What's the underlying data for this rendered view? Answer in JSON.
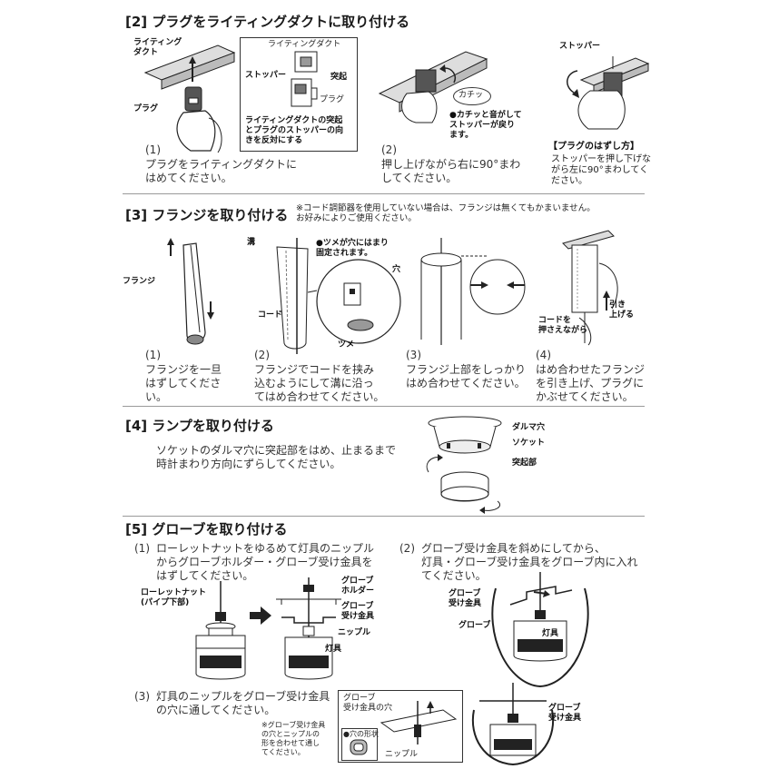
{
  "s2": {
    "title": "[2] プラグをライティングダクトに取り付ける",
    "fig1": {
      "duct_label": "ライティング\nダクト",
      "plug_label": "プラグ"
    },
    "box": {
      "duct": "ライティングダクト",
      "stopper": "ストッパー",
      "protrusion": "突起",
      "plug": "プラグ",
      "note": "ライティングダクトの突起\nとプラグのストッパーの向\nきを反対にする"
    },
    "fig2": {
      "click": "カチッ",
      "note": "●カチッと音がして\nストッパーが戻り\nます。"
    },
    "fig3": {
      "stopper": "ストッパー"
    },
    "step1": {
      "num": "(1)",
      "text": "プラグをライティングダクトに\nはめてください。"
    },
    "step2": {
      "num": "(2)",
      "text": "押し上げながら右に90°まわ\nしてください。"
    },
    "removal": {
      "title": "【プラグのはずし方】",
      "text": "ストッパーを押し下げな\nがら左に90°まわしてく\nださい。"
    }
  },
  "s3": {
    "title": "[3] フランジを取り付ける",
    "note": "※コード調節器を使用していない場合は、フランジは無くてもかまいません。\nお好みによりご使用ください。",
    "flange_label": "フランジ",
    "groove_label": "溝",
    "cord_label": "コード",
    "claw_note": "●ツメが穴にはまり\n固定されます。",
    "hole_label": "穴",
    "claw_label": "ツメ",
    "hold_cord": "コードを\n押さえながら",
    "pull_up": "引き\n上げる",
    "steps": [
      {
        "num": "(1)",
        "text": "フランジを一旦\nはずしてくださ\nい。"
      },
      {
        "num": "(2)",
        "text": "フランジでコードを挟み\n込むようにして溝に沿っ\nてはめ合わせてください。"
      },
      {
        "num": "(3)",
        "text": "フランジ上部をしっかり\nはめ合わせてください。"
      },
      {
        "num": "(4)",
        "text": "はめ合わせたフランジ\nを引き上げ、プラグに\nかぶせてください。"
      }
    ]
  },
  "s4": {
    "title": "[4] ランプを取り付ける",
    "text": "ソケットのダルマ穴に突起部をはめ、止まるまで\n時計まわり方向にずらしてください。",
    "labels": {
      "daruma": "ダルマ穴",
      "socket": "ソケット",
      "protrusion": "突起部"
    }
  },
  "s5": {
    "title": "[5] グローブを取り付ける",
    "step1": {
      "num": "(1)",
      "text": "ローレットナットをゆるめて灯具のニップル\nからグローブホルダー・グローブ受け金具を\nはずしてください。"
    },
    "step2": {
      "num": "(2)",
      "text": "グローブ受け金具を斜めにしてから、\n灯具・グローブ受け金具をグローブ内に入れ\nてください。"
    },
    "step3": {
      "num": "(3)",
      "text": "灯具のニップルをグローブ受け金具\nの穴に通してください。"
    },
    "labels": {
      "knurled_nut": "ローレットナット\n(パイプ下部)",
      "globe_holder": "グローブ\nホルダー",
      "globe_bracket": "グローブ\n受け金具",
      "nipple": "ニップル",
      "fixture": "灯具",
      "globe": "グローブ",
      "bracket_hole": "グローブ\n受け金具の穴",
      "hole_shape": "●穴の形状",
      "hole_note": "※グローブ受け金具\nの穴とニップルの\n形を合わせて通し\nてください。"
    }
  }
}
